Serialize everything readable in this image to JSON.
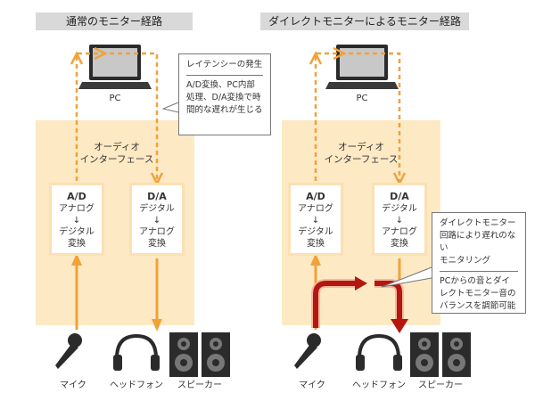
{
  "left": {
    "title": "通常のモニター経路",
    "pc_label": "PC",
    "interface_label": [
      "オーディオ",
      "インターフェース"
    ],
    "ad": {
      "title": "A/D",
      "l1": "アナログ",
      "arrow": "↓",
      "l2": "デジタル",
      "l3": "変換"
    },
    "da": {
      "title": "D/A",
      "l1": "デジタル",
      "arrow": "↓",
      "l2": "アナログ",
      "l3": "変換"
    },
    "callout": {
      "title": "レイテンシーの発生",
      "lines": [
        "A/D変換、PC内部",
        "処理、D/A変換で時",
        "間的な遅れが生じる"
      ]
    },
    "labels": {
      "mic": "マイク",
      "headphone": "ヘッドフォン",
      "speaker": "スピーカー"
    }
  },
  "right": {
    "title": "ダイレクトモニターによるモニター経路",
    "pc_label": "PC",
    "interface_label": [
      "オーディオ",
      "インターフェース"
    ],
    "ad": {
      "title": "A/D",
      "l1": "アナログ",
      "arrow": "↓",
      "l2": "デジタル",
      "l3": "変換"
    },
    "da": {
      "title": "D/A",
      "l1": "デジタル",
      "arrow": "↓",
      "l2": "アナログ",
      "l3": "変換"
    },
    "callout": {
      "lines1": [
        "ダイレクトモニター",
        "回路により遅れのない",
        "モニタリング"
      ],
      "lines2": [
        "PCからの音とダイ",
        "レクトモニター音の",
        "バランスを調節可能"
      ]
    },
    "labels": {
      "mic": "マイク",
      "headphone": "ヘッドフォン",
      "speaker": "スピーカー"
    }
  },
  "colors": {
    "interface_bg": "#fde9c4",
    "box_border": "#fbe0b4",
    "arrow_orange": "#f0a23a",
    "dash_orange": "#f0a23a",
    "direct_red": "#b3170f",
    "title_bg": "#d9d9d9"
  }
}
